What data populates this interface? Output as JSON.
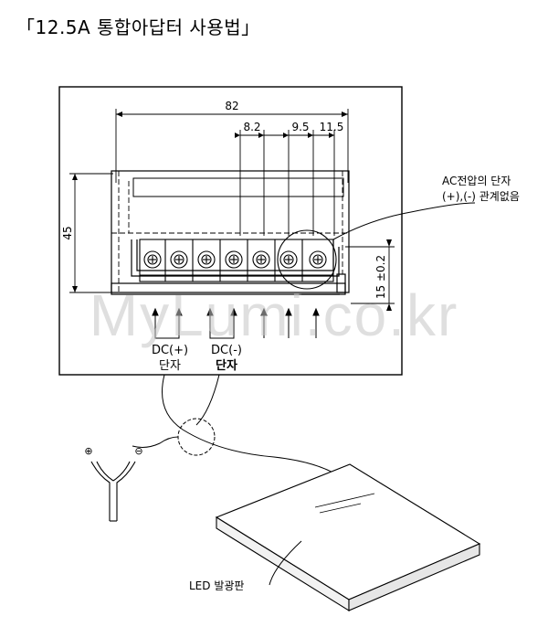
{
  "title": "「12.5A 통합아답터 사용법」",
  "dimensions": {
    "overall_width": "82",
    "d1": "8.2",
    "d2": "9.5",
    "d3": "11.5",
    "height": "45",
    "terminal_height": "15 ±0.2"
  },
  "labels": {
    "ac_line1": "AC전압의 단자",
    "ac_line2": "(+),(-) 관계없음",
    "dc_plus": "DC(+)",
    "dc_minus": "DC(-)",
    "terminal": "단자",
    "plus_symbol": "⊕",
    "minus_symbol": "⊖",
    "led_panel": "LED 발광판"
  },
  "watermark": "MyLumi.co.kr"
}
